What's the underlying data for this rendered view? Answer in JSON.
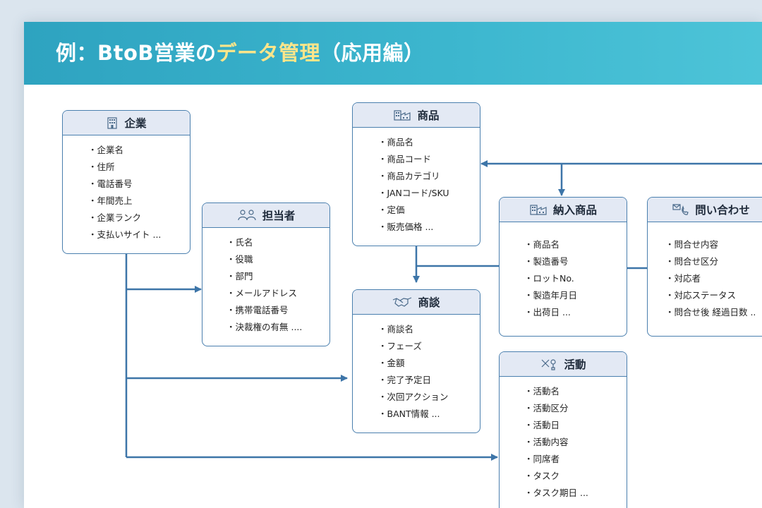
{
  "title": {
    "prefix": "例：BtoB営業の",
    "highlight": "データ管理",
    "suffix": "（応用編）"
  },
  "entities": {
    "company": {
      "name": "企業",
      "icon": "building-icon",
      "items": [
        "・企業名",
        "・住所",
        "・電話番号",
        "・年間売上",
        "・企業ランク",
        "・支払いサイト ..."
      ]
    },
    "contact": {
      "name": "担当者",
      "icon": "people-icon",
      "items": [
        "・氏名",
        "・役職",
        "・部門",
        "・メールアドレス",
        "・携帯電話番号",
        "・決裁権の有無 ...."
      ]
    },
    "product": {
      "name": "商品",
      "icon": "factory-icon",
      "items": [
        "・商品名",
        "・商品コード",
        "・商品カテゴリ",
        "・JANコード/SKU",
        "・定価",
        "・販売価格 ..."
      ]
    },
    "deal": {
      "name": "商談",
      "icon": "handshake-icon",
      "items": [
        "・商談名",
        "・フェーズ",
        "・金額",
        "・完了予定日",
        "・次回アクション",
        "・BANT情報 ..."
      ]
    },
    "delivered": {
      "name": "納入商品",
      "icon": "factory-icon",
      "items": [
        "・商品名",
        "・製造番号",
        "・ロットNo.",
        "・製造年月日",
        "・出荷日 ..."
      ]
    },
    "inquiry": {
      "name": "問い合わせ",
      "icon": "phone-mail-icon",
      "items": [
        "・問合せ内容",
        "・問合せ区分",
        "・対応者",
        "・対応ステータス",
        "・問合せ後 経過日数 .."
      ]
    },
    "activity": {
      "name": "活動",
      "icon": "tools-icon",
      "items": [
        "・活動名",
        "・活動区分",
        "・活動日",
        "・活動内容",
        "・同席者",
        "・タスク",
        "・タスク期日 ..."
      ]
    }
  },
  "colors": {
    "header": "#3cb4cc",
    "title_highlight": "#fde58a",
    "connector": "#3d75a8",
    "box_border": "#4a7fae",
    "box_head_bg": "#e3e9f4"
  }
}
